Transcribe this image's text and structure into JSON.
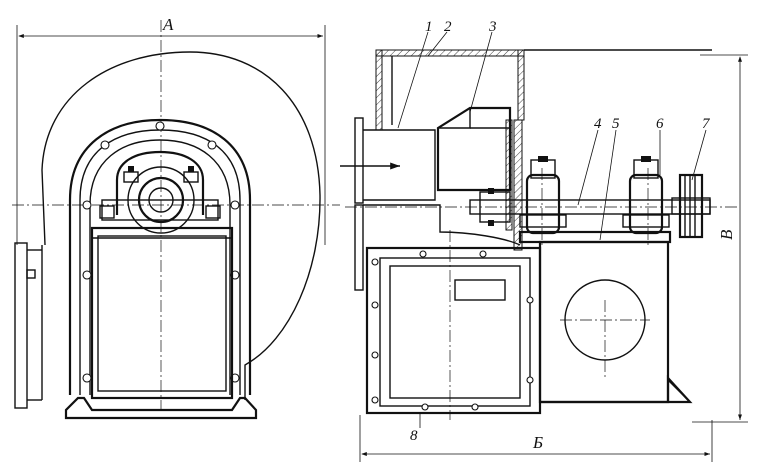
{
  "labels": {
    "callouts": [
      "1",
      "2",
      "3",
      "4",
      "5",
      "6",
      "7",
      "8"
    ],
    "dim_width_front": "А",
    "dim_length_side": "Б",
    "dim_height": "В"
  }
}
